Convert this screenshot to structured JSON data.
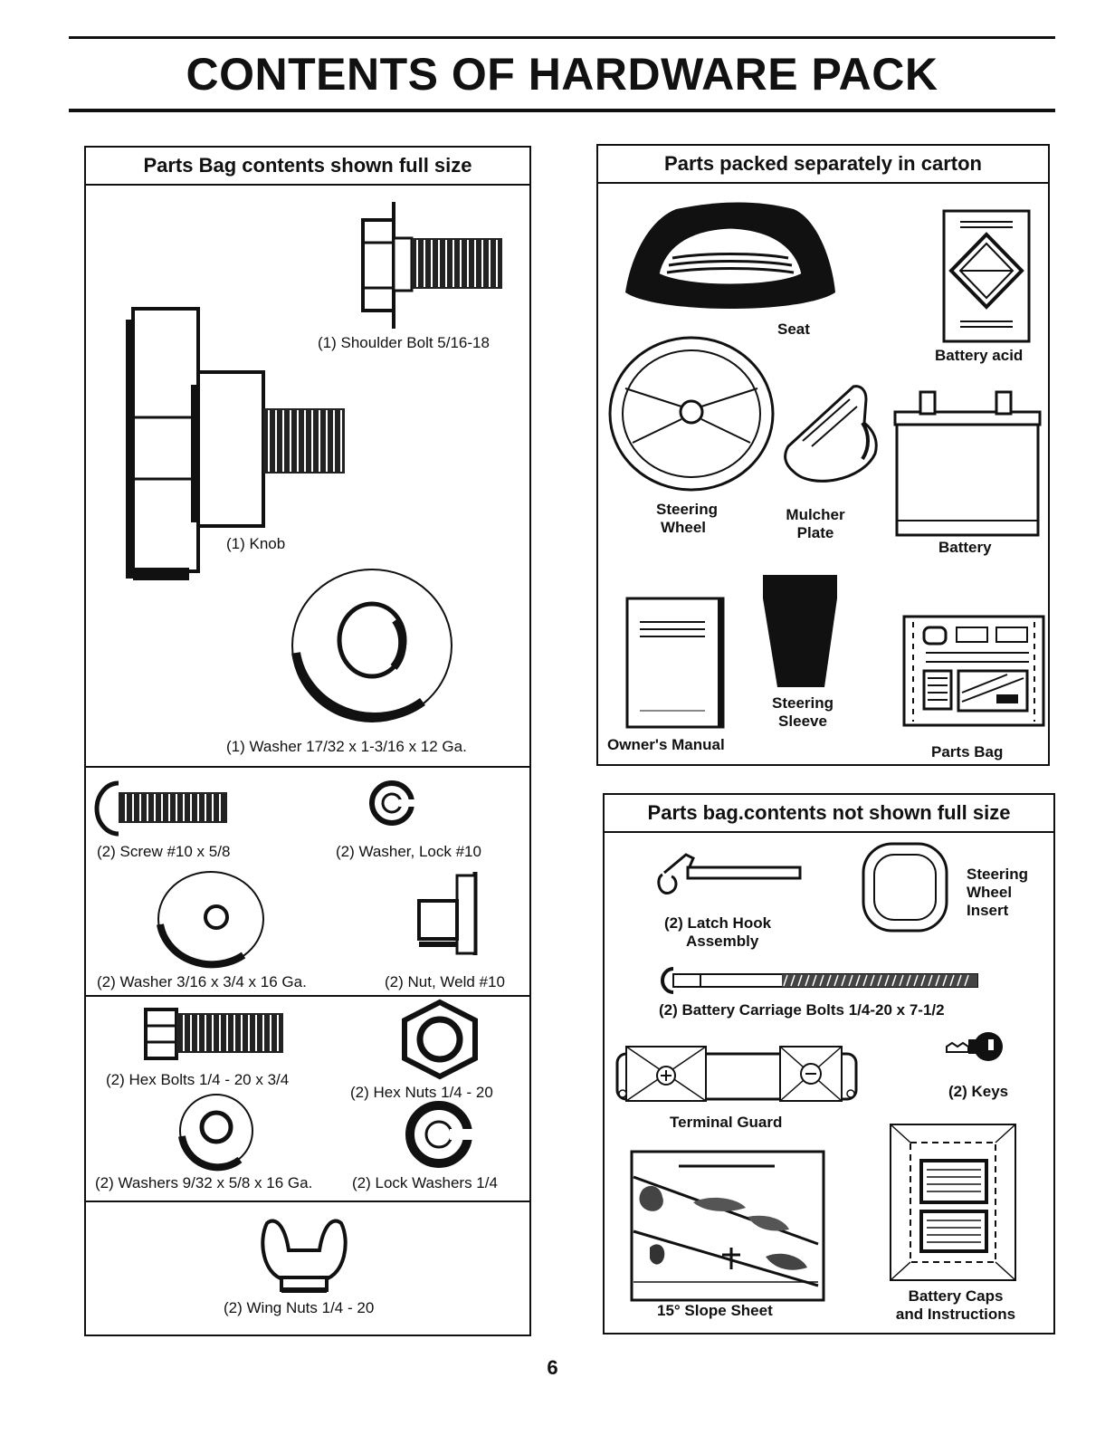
{
  "page": {
    "title": "CONTENTS OF HARDWARE PACK",
    "page_number": "6"
  },
  "left_panel": {
    "header": "Parts Bag contents shown full size",
    "items": {
      "shoulder_bolt": "(1) Shoulder Bolt 5/16-18",
      "knob": "(1) Knob",
      "washer_large": "(1) Washer  17/32 x 1-3/16 x 12 Ga.",
      "screw": "(2) Screw #10 x 5/8",
      "lock_washer_10": "(2) Washer, Lock #10",
      "washer_small": "(2) Washer 3/16 x 3/4 x 16 Ga.",
      "weld_nut": "(2) Nut, Weld #10",
      "hex_bolts": "(2) Hex Bolts  1/4 - 20 x 3/4",
      "hex_nuts": "(2) Hex Nuts  1/4 - 20",
      "washers_932": "(2) Washers  9/32  x 5/8 x 16 Ga.",
      "lock_washers_14": "(2) Lock Washers  1/4",
      "wing_nuts": "(2) Wing Nuts  1/4 - 20"
    }
  },
  "right_top_panel": {
    "header": "Parts packed separately in carton",
    "items": {
      "seat": "Seat",
      "battery_acid": "Battery acid",
      "steering_wheel": [
        "Steering",
        "Wheel"
      ],
      "mulcher_plate": [
        "Mulcher",
        "Plate"
      ],
      "battery": "Battery",
      "owners_manual": "Owner's Manual",
      "steering_sleeve": [
        "Steering",
        "Sleeve"
      ],
      "parts_bag": "Parts Bag"
    }
  },
  "right_bottom_panel": {
    "header": "Parts bag.contents not shown full size",
    "items": {
      "latch_hook": [
        "(2) Latch Hook",
        "Assembly"
      ],
      "steering_wheel_insert": [
        "Steering",
        "Wheel",
        "Insert"
      ],
      "carriage_bolts": "(2) Battery Carriage Bolts 1/4-20 x 7-1/2",
      "keys": "(2) Keys",
      "terminal_guard": "Terminal Guard",
      "slope_sheet": "15° Slope Sheet",
      "battery_caps": [
        "Battery Caps",
        "and Instructions"
      ]
    }
  }
}
